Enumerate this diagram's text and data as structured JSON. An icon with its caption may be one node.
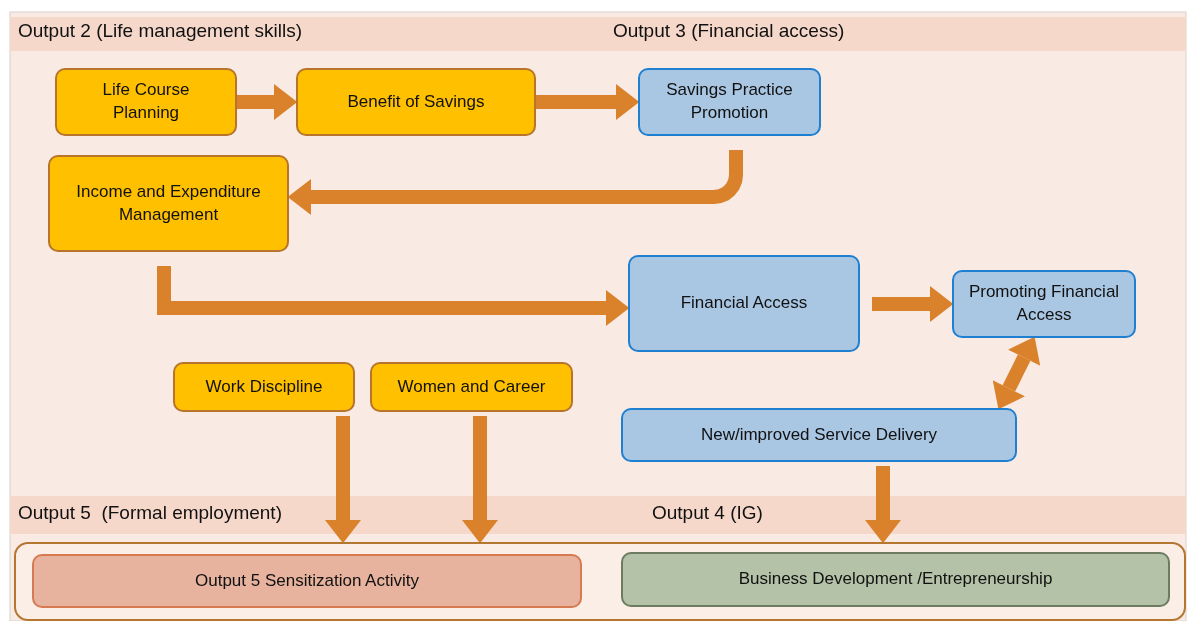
{
  "diagram": {
    "nodes": [
      {
        "text": [
          "Life Course Planning"
        ]
      },
      {
        "text": [
          "Benefit of Savings"
        ]
      },
      {
        "text": [
          "Savings Practice Promotion"
        ]
      },
      {
        "text": [
          "Income and Expenditure Management"
        ]
      },
      {
        "text": [
          "Financial Access"
        ]
      },
      {
        "text": [
          "Promoting Financial Access"
        ]
      },
      {
        "text": [
          "Work Discipline"
        ]
      },
      {
        "text": [
          "Women and Career"
        ]
      },
      {
        "text": [
          "New/improved Service Delivery"
        ]
      },
      {
        "text": [],
        "shape": "box"
      },
      {
        "text": [
          "Output 5 Sensitization Activity"
        ],
        "in": 9
      },
      {
        "text": [
          "Business Development /Entrepreneurship"
        ],
        "in": 9
      }
    ],
    "edges": [
      {
        "from": 0,
        "to": 1,
        "arrow": "to"
      },
      {
        "from": 1,
        "to": 2,
        "arrow": "to"
      },
      {
        "from": 2,
        "to": 3,
        "arrow": "to"
      },
      {
        "from": 3,
        "to": 4,
        "arrow": "to"
      },
      {
        "from": 4,
        "to": 5,
        "arrow": "to"
      },
      {
        "from": 8,
        "to": 5,
        "arrow": "both"
      },
      {
        "from": 6,
        "to": 9,
        "arrow": "to"
      },
      {
        "from": 7,
        "to": 9,
        "arrow": "to"
      },
      {
        "from": 8,
        "to": 9,
        "arrow": "to"
      }
    ],
    "labels": [
      "Output 2 (Life management skills)",
      "Output 3 (Financial access)",
      "Output 5  (Formal employment)",
      "Output 4 (IG)"
    ]
  }
}
